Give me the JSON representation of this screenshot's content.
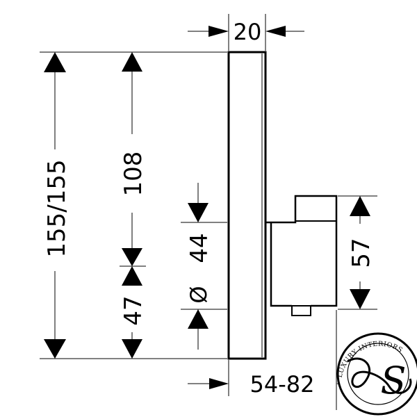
{
  "dimensions": {
    "top_width": "20",
    "total_height": "155/155",
    "upper_height": "108",
    "center_offset": "44",
    "diameter_symbol": "Ø",
    "lower_height": "47",
    "body_height": "57",
    "depth_range": "54-82"
  },
  "logo": {
    "ring_text": "LUXURY INTERIORS",
    "monogram": "S"
  },
  "colors": {
    "line": "#000000",
    "background": "#ffffff"
  }
}
